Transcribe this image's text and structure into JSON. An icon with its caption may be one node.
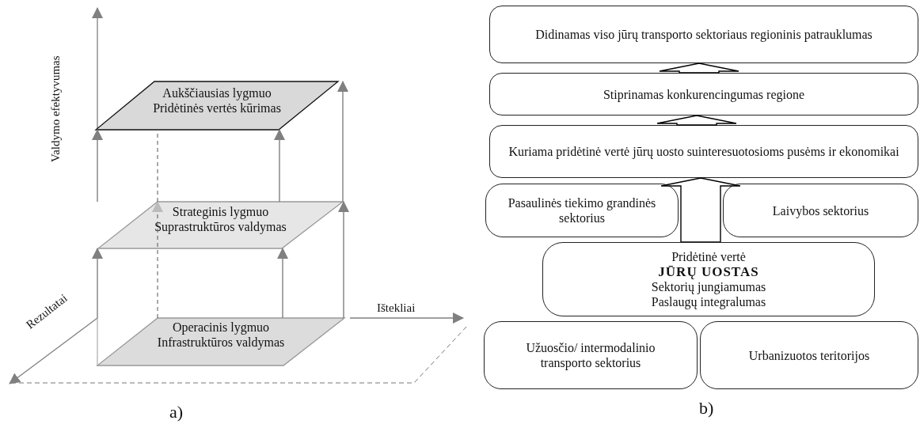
{
  "diagram": {
    "nodes": [
      {
        "text": [
          "Aukščiausias lygmuo Pridėtinės vertės kūrimas"
        ]
      },
      {
        "text": [
          "Strateginis lygmuo Suprastruktūros valdymas"
        ]
      },
      {
        "text": [
          "Operacinis lygmuo Infrastruktūros valdymas"
        ]
      },
      {
        "text": [
          "Didinamas viso jūrų transporto sektoriaus regioninis patrauklumas"
        ]
      },
      {
        "text": [
          "Stiprinamas konkurencingumas regione"
        ]
      },
      {
        "text": [
          "Kuriama pridėtinė vertė jūrų uosto suinteresuotosioms pusėms ir ekonomikai"
        ]
      },
      {
        "text": [
          "Pasaulinės tiekimo grandinės sektorius"
        ]
      },
      {
        "text": [
          "Laivybos sektorius"
        ]
      },
      {
        "text": [
          "Užuosčio/ intermodalinio transporto sektorius"
        ]
      },
      {
        "text": [
          "Urbanizuotos teritorijos"
        ]
      },
      {
        "text": [
          "Pridėtinė vertė",
          "JŪRŲ UOSTAS",
          "Sektorių jungiamumas",
          "Paslaugų integralumas"
        ]
      }
    ],
    "edges": [
      {
        "from": 2,
        "to": 1,
        "arrow": "to"
      },
      {
        "from": 2,
        "to": 1,
        "arrow": "to"
      },
      {
        "from": 2,
        "to": 1,
        "arrow": "to"
      },
      {
        "from": 1,
        "to": 0,
        "arrow": "to"
      },
      {
        "from": 1,
        "to": 0,
        "arrow": "to"
      },
      {
        "from": 1,
        "to": 0,
        "arrow": "to"
      },
      {
        "from": 2,
        "to": 1,
        "arrow": "to",
        "style": "dashed"
      },
      {
        "from": 1,
        "to": 0,
        "arrow": "none",
        "style": "dashed"
      },
      {
        "from": 10,
        "to": 5,
        "arrow": "to",
        "style": "thick",
        "color": "#000000"
      },
      {
        "from": 5,
        "to": 4,
        "arrow": "to",
        "style": "thick",
        "color": "#000000"
      },
      {
        "from": 4,
        "to": 3,
        "arrow": "to",
        "style": "thick",
        "color": "#000000"
      }
    ],
    "labels": [
      "Valdymo efektyvumas",
      "Ištekliai",
      "Rezultatai",
      "a)",
      "b)"
    ]
  }
}
